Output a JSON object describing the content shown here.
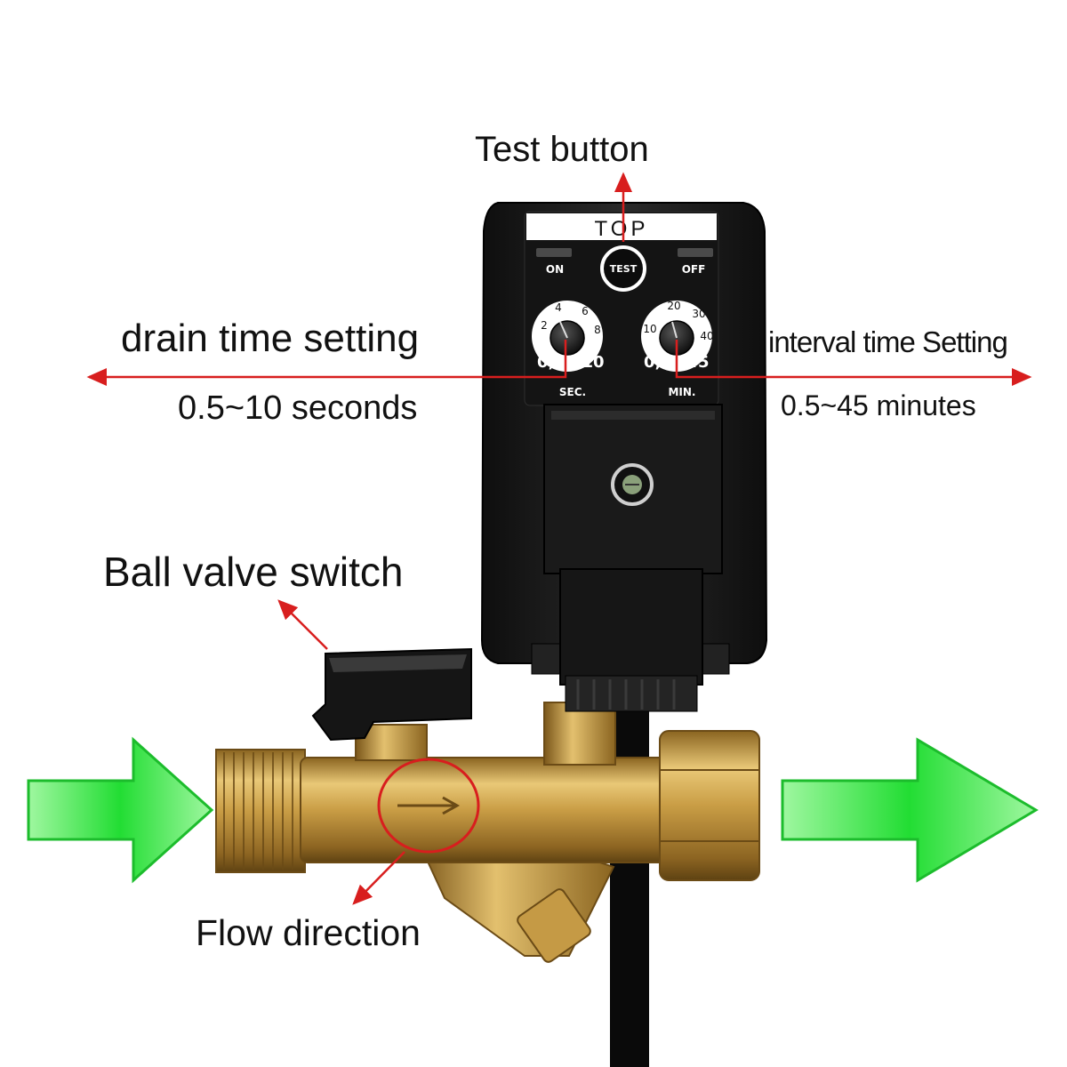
{
  "labels": {
    "test_button": "Test button",
    "drain_time_setting": "drain time setting",
    "drain_range": "0.5~10 seconds",
    "interval_time_setting": "interval time Setting",
    "interval_range": "0.5~45 minutes",
    "ball_valve_switch": "Ball valve switch",
    "flow_direction": "Flow direction"
  },
  "device": {
    "top_label": "TOP",
    "on_label": "ON",
    "off_label": "OFF",
    "test_label": "TEST",
    "drain_dial": {
      "ticks": [
        "2",
        "4",
        "6",
        "8"
      ],
      "min": "0,5",
      "max": "10",
      "unit": "SEC."
    },
    "interval_dial": {
      "ticks": [
        "10",
        "20",
        "30",
        "40"
      ],
      "min": "0,5",
      "max": "45",
      "unit": "MIN."
    }
  },
  "colors": {
    "annotation_red": "#d81e1e",
    "flow_arrow_green": "#22dd33",
    "brass": "#c9a04a",
    "housing": "#1c1c1c"
  }
}
